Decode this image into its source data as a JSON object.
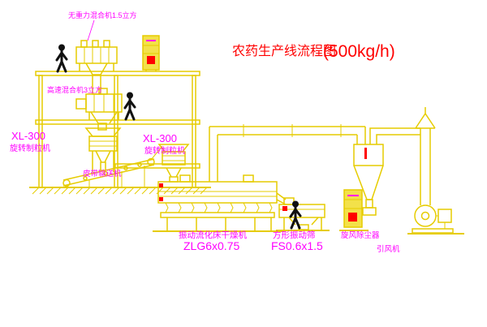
{
  "title": {
    "main": "农药生产线流程图",
    "capacity": "(500kg/h)"
  },
  "labels": {
    "gravity_mixer": "无重力混合机1.5立方",
    "high_speed_mixer": "高速混合机3立方",
    "granulator_left_model": "XL-300",
    "granulator_left_name": "旋转制粒机",
    "granulator_right_model": "XL-300",
    "granulator_right_name": "旋转制粒机",
    "belt_conveyor": "皮带输送机",
    "dryer_name": "振动流化床干燥机",
    "dryer_model": "ZLG6x0.75",
    "screen_name": "方形振动筛",
    "screen_model": "FS0.6x1.5",
    "cyclone": "旋风除尘器",
    "fan": "引风机"
  },
  "colors": {
    "line_yellow": "#e6cc00",
    "cabinet_fill": "#f3e14a",
    "label_magenta": "#ff00ff",
    "title_red": "#ff0000",
    "accent_red": "#ff0000",
    "figure_black": "#111111",
    "background": "#ffffff"
  }
}
